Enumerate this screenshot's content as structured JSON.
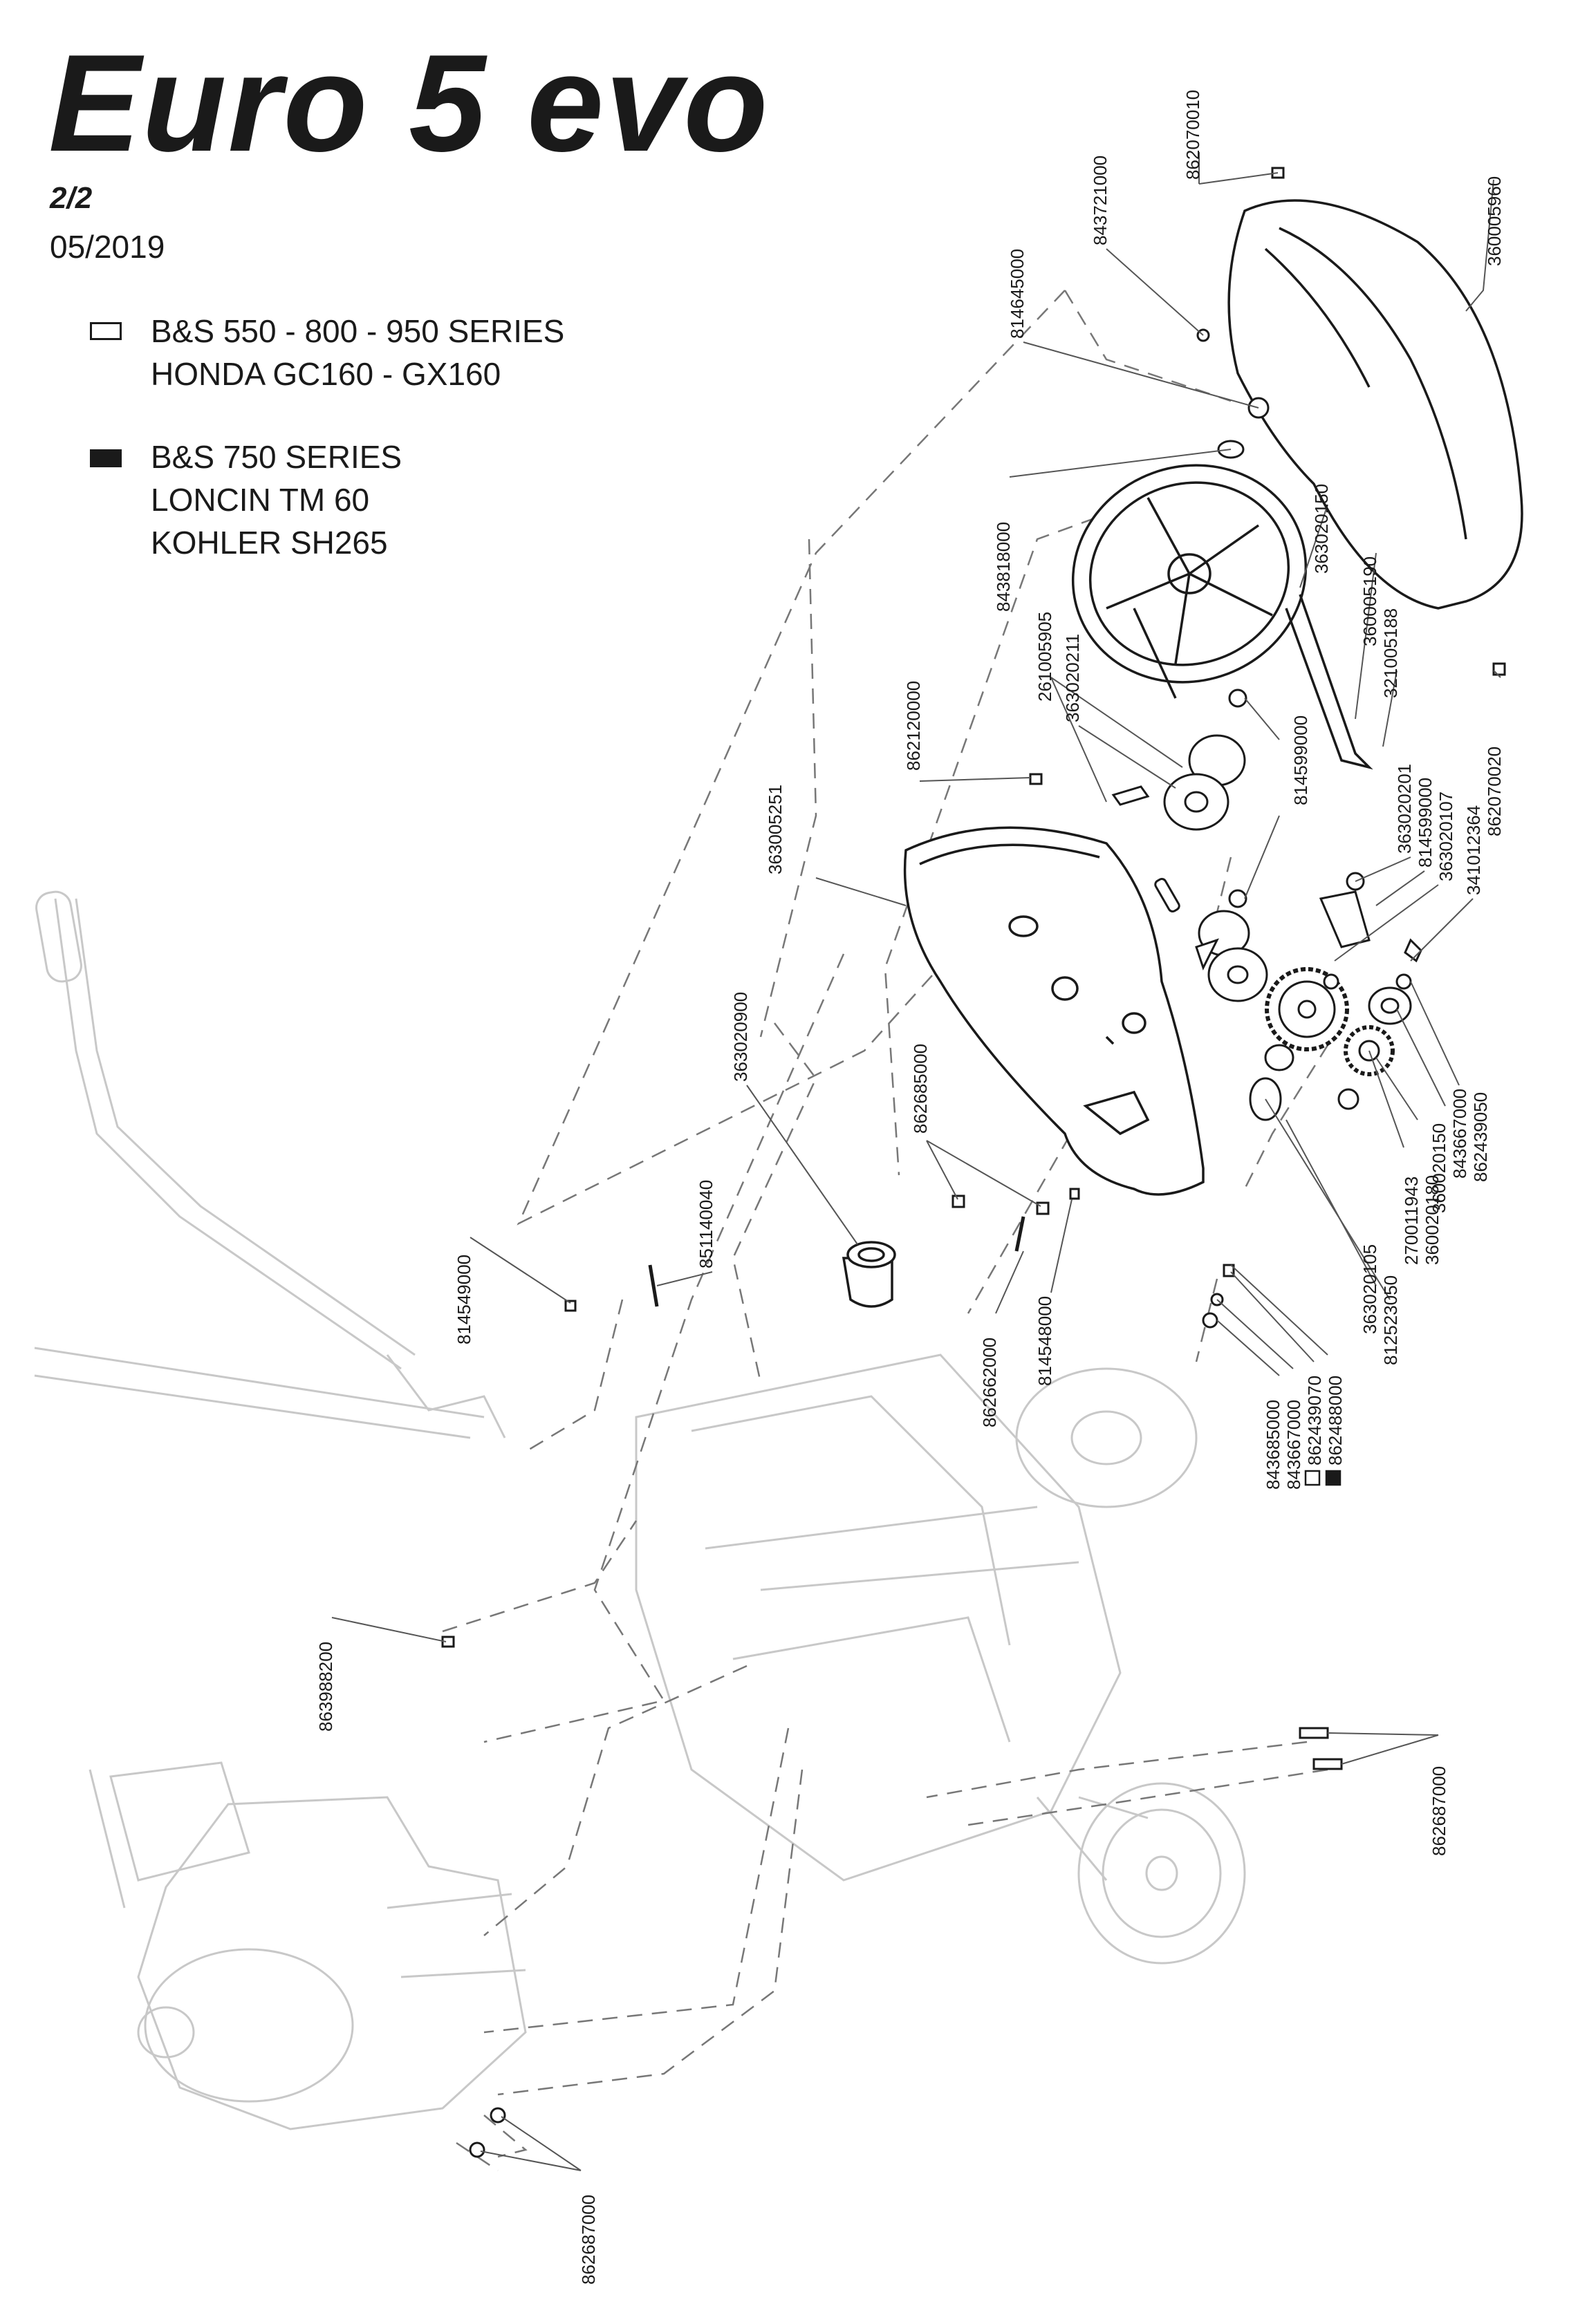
{
  "header": {
    "title": "Euro 5 evo",
    "page": "2/2",
    "date": "05/2019"
  },
  "legend": {
    "open": {
      "lines": [
        "B&S 550 - 800 - 950 SERIES",
        "HONDA GC160 - GX160"
      ]
    },
    "filled": {
      "lines": [
        "B&S 750 SERIES",
        "LONCIN TM 60",
        "KOHLER SH265"
      ]
    }
  },
  "part_labels": [
    "862070010",
    "843721000",
    "814645000",
    "360005960",
    "843818000",
    "363020150",
    "360005190",
    "321005188",
    "862070020",
    "261005905",
    "363020211",
    "862120000",
    "814599000",
    "363005251",
    "363020201",
    "814599000",
    "363020107",
    "341012364",
    "363020900",
    "862685000",
    "843667000",
    "862439050",
    "360020150",
    "270011943",
    "360020180",
    "851140040",
    "814549000",
    "862662000",
    "814548000",
    "363020105",
    "812523050",
    "843685000",
    "843667000",
    "862439070",
    "862488000",
    "863988200",
    "862687000",
    "862687000"
  ],
  "colors": {
    "ink": "#1a1a1a",
    "ghost": "#c8c8c8",
    "leader": "#555555"
  }
}
